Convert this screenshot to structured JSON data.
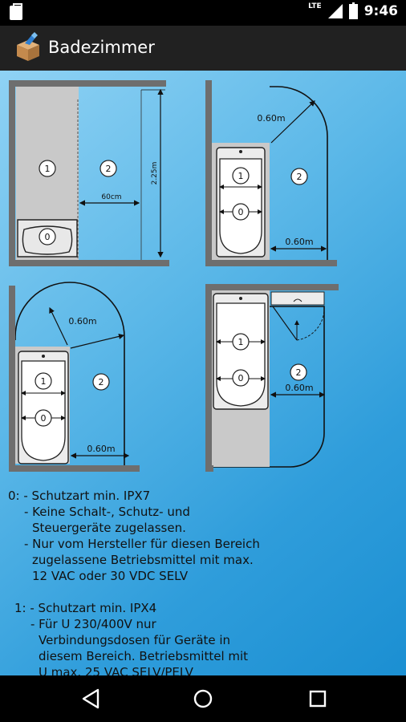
{
  "status_bar": {
    "network": "LTE",
    "time": "9:46",
    "icons": [
      "sd-card-icon",
      "signal-icon",
      "battery-icon"
    ]
  },
  "app_bar": {
    "title": "Badezimmer",
    "icon": "app-logo-icon"
  },
  "diagrams": {
    "d1": {
      "zone1": "1",
      "zone2": "2",
      "zone0": "0",
      "width": "60cm",
      "height": "2.25m"
    },
    "d2": {
      "radius": "0.60m",
      "zone2": "2",
      "zone1": "1",
      "zone0": "0",
      "width": "0.60m"
    },
    "d3": {
      "radius": "0.60m",
      "zone1": "1",
      "zone2": "2",
      "zone0": "0",
      "width": "0.60m"
    },
    "d4": {
      "zone1": "1",
      "zone0": "0",
      "zone2": "2",
      "width": "0.60m"
    }
  },
  "notes": {
    "z0_line1": "0: - Schutzart min. IPX7",
    "z0_line2": "- Keine Schalt-, Schutz- und",
    "z0_line3": "Steuergeräte zugelassen.",
    "z0_line4": "- Nur vom Hersteller für diesen Bereich",
    "z0_line5": "zugelassene Betriebsmittel mit max.",
    "z0_line6": "12 VAC oder 30 VDC SELV",
    "z1_line1": "1: - Schutzart min. IPX4",
    "z1_line2": "- Für U 230/400V nur",
    "z1_line3": "Verbindungsdosen für Geräte in",
    "z1_line4": "diesem Bereich. Betriebsmittel mit",
    "z1_line5": "U max. 25 VAC SELV/PELV"
  },
  "nav_bar": {
    "back": "back-icon",
    "home": "home-icon",
    "recents": "recents-icon"
  },
  "colors": {
    "status_bar": "#000000",
    "app_bar": "#212121",
    "wall": "#6e6e6e",
    "zone1": "#cfcfcf",
    "background_light": "#8fd2f4",
    "background_dark": "#1b8fd2"
  }
}
